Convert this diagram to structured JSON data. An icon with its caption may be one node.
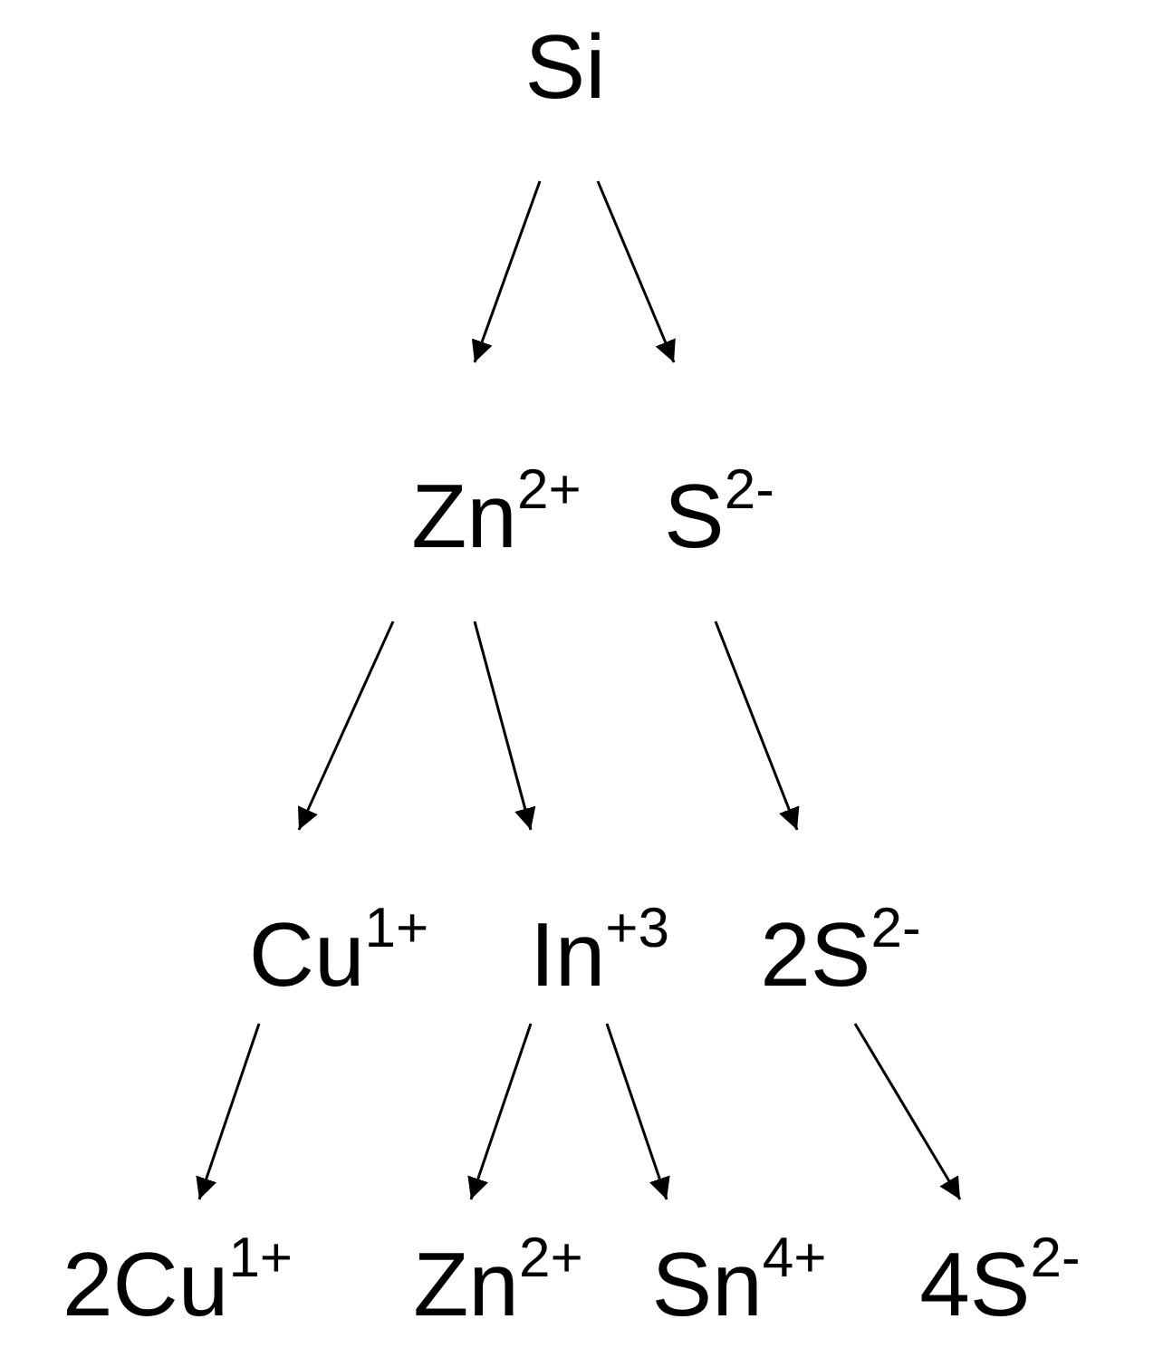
{
  "diagram": {
    "nodes": [
      {
        "text": [
          "Si"
        ]
      },
      {
        "text": [
          "Zn$^{2+}$"
        ]
      },
      {
        "text": [
          "S$^{2-}$"
        ]
      },
      {
        "text": [
          "Cu$^{1+}$"
        ]
      },
      {
        "text": [
          "In$^{+3}$"
        ]
      },
      {
        "text": [
          "2S$^{2-}$"
        ]
      },
      {
        "text": [
          "2Cu$^{1+}$"
        ]
      },
      {
        "text": [
          "Zn$^{2+}$"
        ]
      },
      {
        "text": [
          "Sn$^{4+}$"
        ]
      },
      {
        "text": [
          "4S$^{2-}$"
        ]
      }
    ],
    "edges": [
      {
        "from": 0,
        "to": 1,
        "arrow": "to"
      },
      {
        "from": 0,
        "to": 2,
        "arrow": "to"
      },
      {
        "from": 1,
        "to": 3,
        "arrow": "to"
      },
      {
        "from": 1,
        "to": 4,
        "arrow": "to"
      },
      {
        "from": 2,
        "to": 5,
        "arrow": "to"
      },
      {
        "from": 3,
        "to": 6,
        "arrow": "to"
      },
      {
        "from": 4,
        "to": 7,
        "arrow": "to"
      },
      {
        "from": 4,
        "to": 8,
        "arrow": "to"
      },
      {
        "from": 5,
        "to": 9,
        "arrow": "to"
      }
    ]
  }
}
